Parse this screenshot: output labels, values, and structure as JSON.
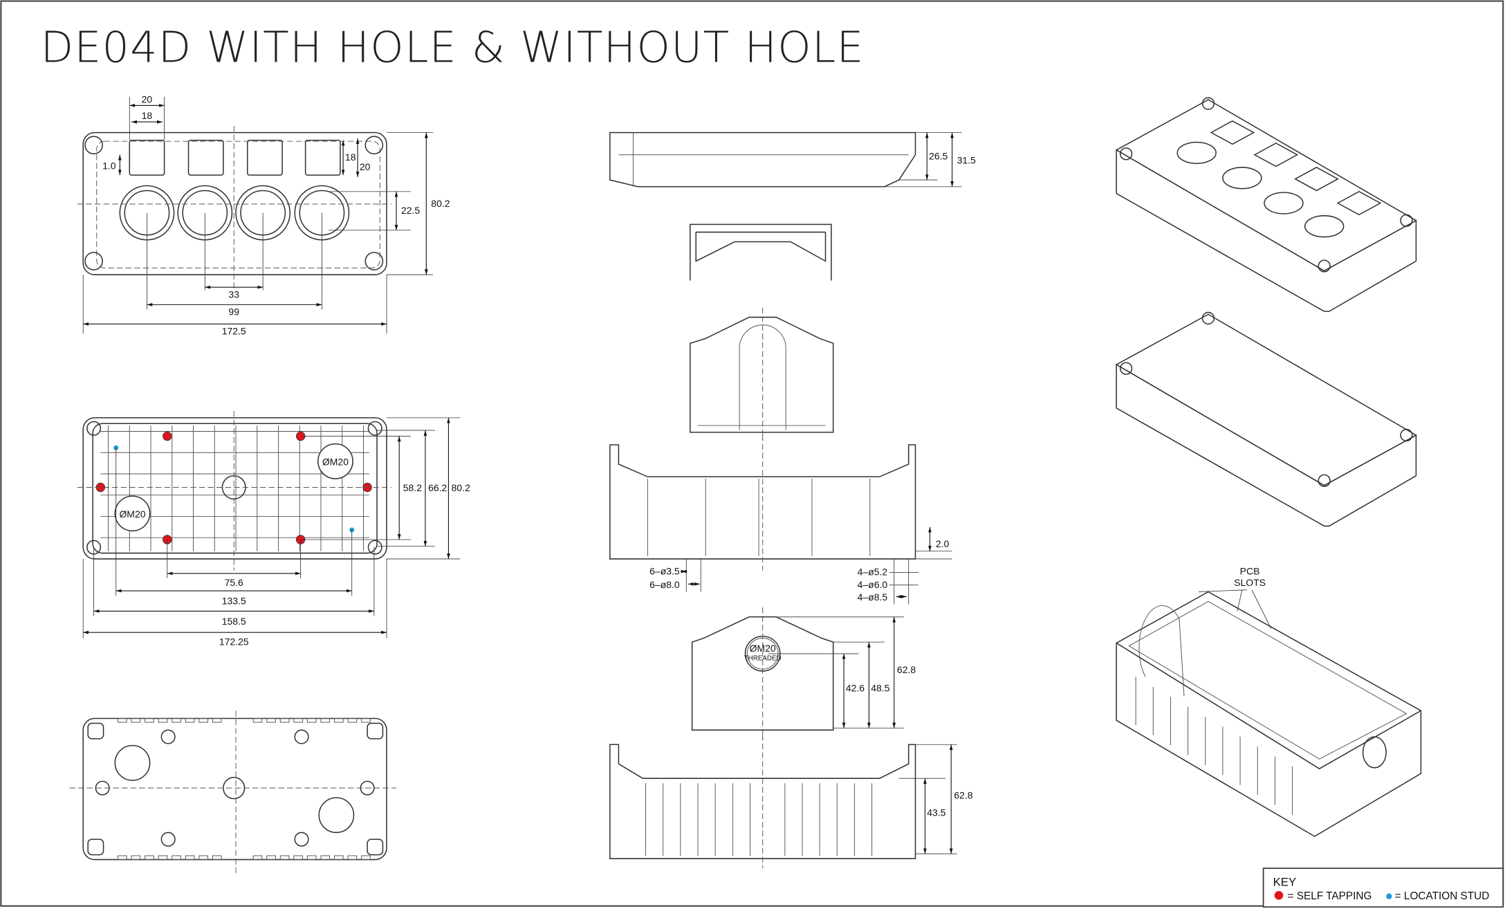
{
  "title": "DE04D WITH HOLE & WITHOUT HOLE",
  "top_view": {
    "dims": {
      "slot_pitch": "20",
      "slot_width": "18",
      "gap": "1.0",
      "slot_height": "18",
      "slot_pitch_v": "20",
      "hole_offset": "22.5",
      "height": "80.2",
      "hole_pitch": "33",
      "hole_span": "99",
      "width": "172.5"
    }
  },
  "base_view": {
    "entry_labels": [
      "ØM20",
      "ØM20"
    ],
    "dims": {
      "h1": "58.2",
      "h2": "66.2",
      "h3": "80.2",
      "w1": "75.6",
      "w2": "133.5",
      "w3": "158.5",
      "w4": "172.25"
    }
  },
  "side_view_top": {
    "dims": {
      "d1": "26.5",
      "d2": "31.5"
    }
  },
  "side_view_base": {
    "dims": {
      "wall": "2.0",
      "a": "6–ø3.5",
      "b": "6–ø8.0",
      "c": "4–ø5.2",
      "d": "4–ø6.0",
      "e": "4–ø8.5"
    }
  },
  "end_view": {
    "entry": "ØM20",
    "entry_note": "THREADED",
    "dims": {
      "d1": "42.6",
      "d2": "48.5",
      "d3": "62.8"
    }
  },
  "side_view_bottom": {
    "dims": {
      "d1": "43.5",
      "d2": "62.8"
    }
  },
  "iso_view": {
    "label_line1": "PCB",
    "label_line2": "SLOTS"
  },
  "key": {
    "title": "KEY",
    "self_tapping": "= SELF TAPPING",
    "location_stud": "= LOCATION STUD",
    "colors": {
      "self_tapping": "#e0141e",
      "location_stud": "#1e9ad6"
    }
  }
}
